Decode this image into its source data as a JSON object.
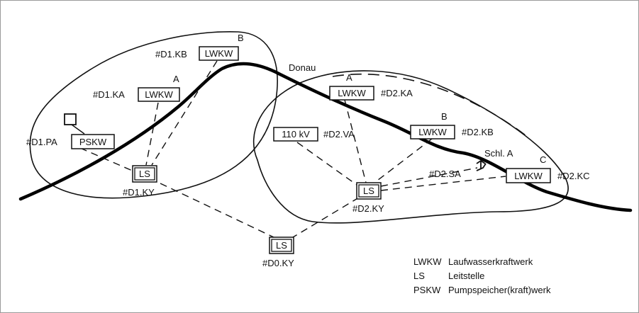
{
  "river": "Donau",
  "regions": {
    "d1": {
      "plants": {
        "kb": {
          "code": "#D1.KB",
          "letter": "B",
          "type": "LWKW"
        },
        "ka": {
          "code": "#D1.KA",
          "letter": "A",
          "type": "LWKW"
        },
        "pa": {
          "code": "#D1.PA",
          "type": "PSKW"
        }
      },
      "control": {
        "code": "#D1.KY",
        "type": "LS"
      }
    },
    "d2": {
      "plants": {
        "ka": {
          "code": "#D2.KA",
          "letter": "A",
          "type": "LWKW"
        },
        "kb": {
          "code": "#D2.KB",
          "letter": "B",
          "type": "LWKW"
        },
        "kc": {
          "code": "#D2.KC",
          "letter": "C",
          "type": "LWKW"
        },
        "va": {
          "code": "#D2.VA",
          "type": "110 kV"
        }
      },
      "lock": {
        "code": "#D2.SA",
        "label": "Schl. A"
      },
      "control": {
        "code": "#D2.KY",
        "type": "LS"
      }
    },
    "d0": {
      "control": {
        "code": "#D0.KY",
        "type": "LS"
      }
    }
  },
  "legend": [
    {
      "abbr": "LWKW",
      "text": "Laufwasserkraftwerk"
    },
    {
      "abbr": "LS",
      "text": "Leitstelle"
    },
    {
      "abbr": "PSKW",
      "text": "Pumpspeicher(kraft)werk"
    }
  ],
  "colors": {
    "line": "#111111",
    "frame": "#9a9a9a"
  }
}
